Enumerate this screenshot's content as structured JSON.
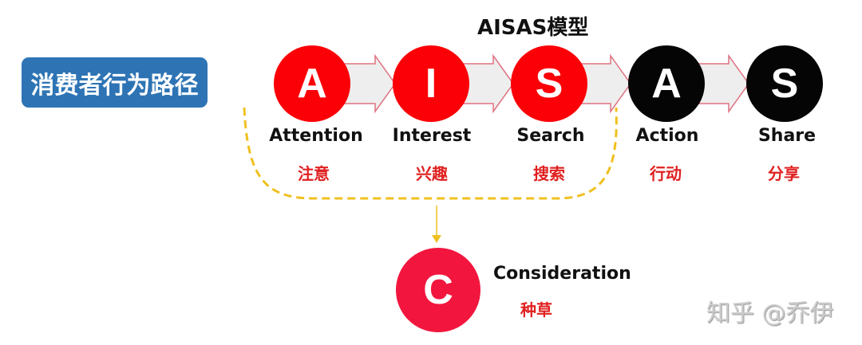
{
  "badge": {
    "label": "消费者行为路径"
  },
  "title": "AISAS模型",
  "stages": [
    {
      "letter": "A",
      "en": "Attention",
      "zh": "注意",
      "color": "#fb0007"
    },
    {
      "letter": "I",
      "en": "Interest",
      "zh": "兴趣",
      "color": "#fb0007"
    },
    {
      "letter": "S",
      "en": "Search",
      "zh": "搜索",
      "color": "#fb0007"
    },
    {
      "letter": "A",
      "en": "Action",
      "zh": "行动",
      "color": "#050505"
    },
    {
      "letter": "S",
      "en": "Share",
      "zh": "分享",
      "color": "#050505"
    }
  ],
  "consideration": {
    "letter": "C",
    "en": "Consideration",
    "zh": "种草",
    "color": "#f2163e"
  },
  "watermark": "知乎 @乔伊",
  "colors": {
    "badge": "#2e74b5",
    "dashed": "#f0c020",
    "arrow_fill": "#eeeeee",
    "arrow_stroke": "#e07080"
  }
}
